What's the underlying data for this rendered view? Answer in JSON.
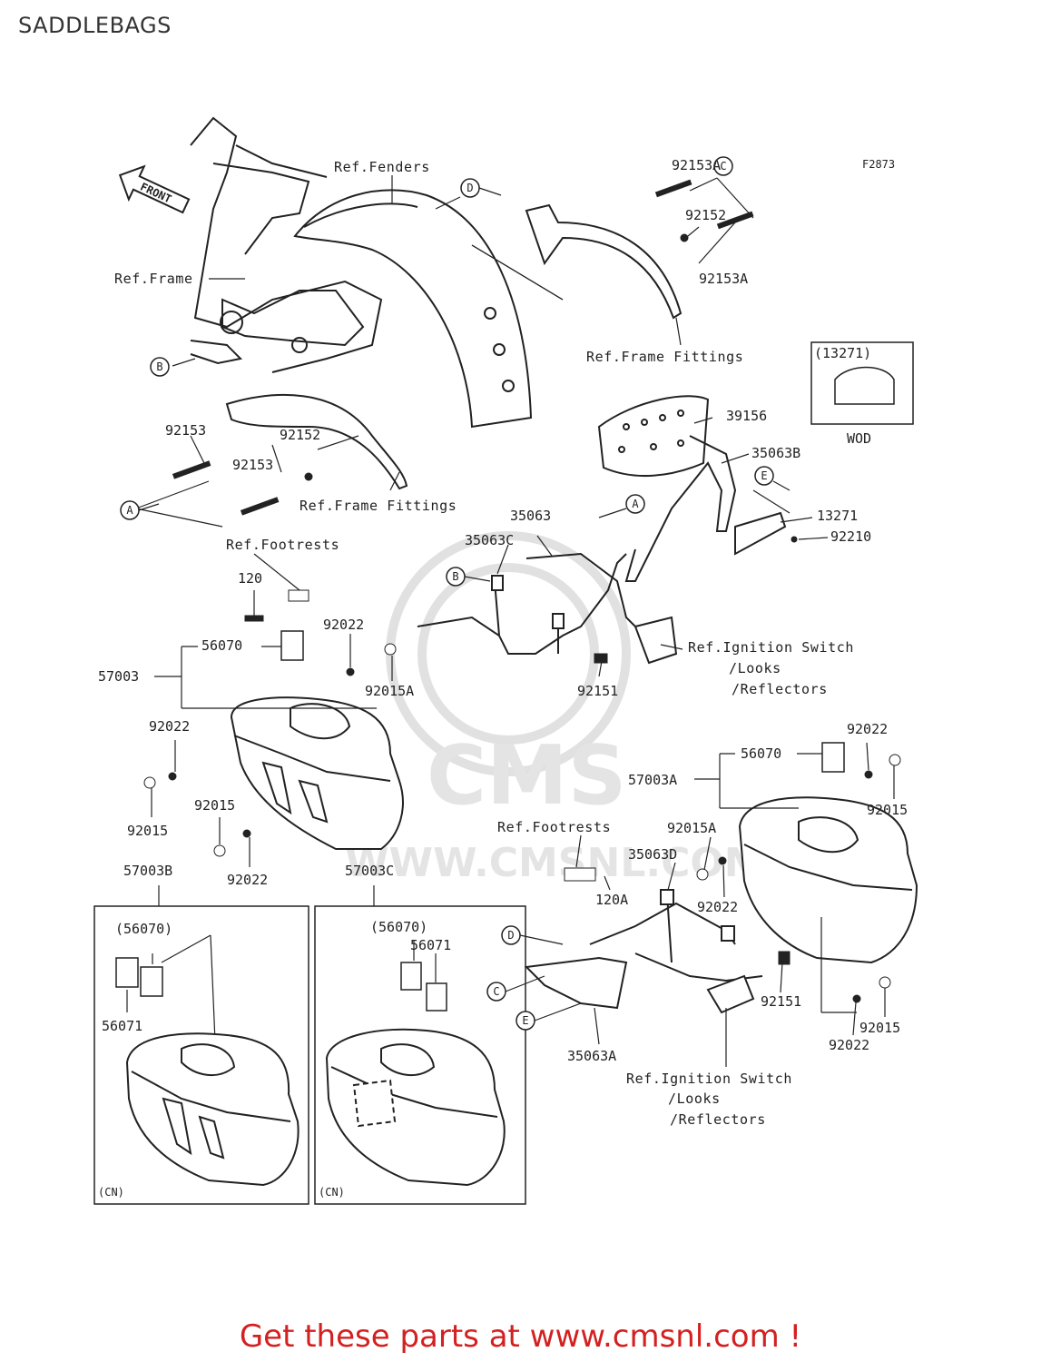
{
  "page": {
    "title": "SADDLEBAGS",
    "figure_code": "F2873",
    "cta_text": "Get these parts at www.cmsnl.com !",
    "watermark": {
      "brand": "CMS",
      "url": "WWW.CMSNL.COM"
    },
    "colors": {
      "cta": "#d42020",
      "line": "#222222"
    }
  },
  "diagram": {
    "callouts": {
      "front": "FRONT",
      "ref_fenders": "Ref.Fenders",
      "ref_frame": "Ref.Frame",
      "ref_frame_fittings_top": "Ref.Frame Fittings",
      "ref_frame_fittings_mid": "Ref.Frame Fittings",
      "ref_footrests_left": "Ref.Footrests",
      "ref_footrests_right": "Ref.Footrests",
      "ref_ignition_1a": "Ref.Ignition Switch",
      "ref_ignition_1b": "/Looks",
      "ref_ignition_1c": "/Reflectors",
      "ref_ignition_2a": "Ref.Ignition Switch",
      "ref_ignition_2b": "/Looks",
      "ref_ignition_2c": "/Reflectors",
      "p92153A_top": "92153A",
      "p92152_top": "92152",
      "p92153A_bot": "92153A",
      "p92153_a": "92153",
      "p92152_mid": "92152",
      "p92153_b": "92153",
      "p13271_box": "(13271)",
      "p_wod": "WOD",
      "p39156": "39156",
      "p35063B": "35063B",
      "p13271": "13271",
      "p92210": "92210",
      "p35063": "35063",
      "p35063C": "35063C",
      "p120": "120",
      "p92022_a": "92022",
      "p56070_a": "56070",
      "p57003": "57003",
      "p92015A_a": "92015A",
      "p92151_a": "92151",
      "p92022_b": "92022",
      "p92015_a": "92015",
      "p92015_b": "92015",
      "p92022_c": "92022",
      "p92022_d": "92022",
      "p56070_b": "56070",
      "p57003A": "57003A",
      "p92015_c": "92015",
      "p92015A_b": "92015A",
      "p35063D": "35063D",
      "p120A": "120A",
      "p92022_e": "92022",
      "p92151_b": "92151",
      "p92015_d": "92015",
      "p92022_f": "92022",
      "p35063A": "35063A",
      "p57003B": "57003B",
      "p57003C": "57003C",
      "p56070_c": "(56070)",
      "p56071_a": "56071",
      "p56070_d": "(56070)",
      "p56071_b": "56071",
      "cn_left": "(CN)",
      "cn_right": "(CN)"
    },
    "circle_markers": [
      "A",
      "B",
      "C",
      "D",
      "E"
    ]
  }
}
